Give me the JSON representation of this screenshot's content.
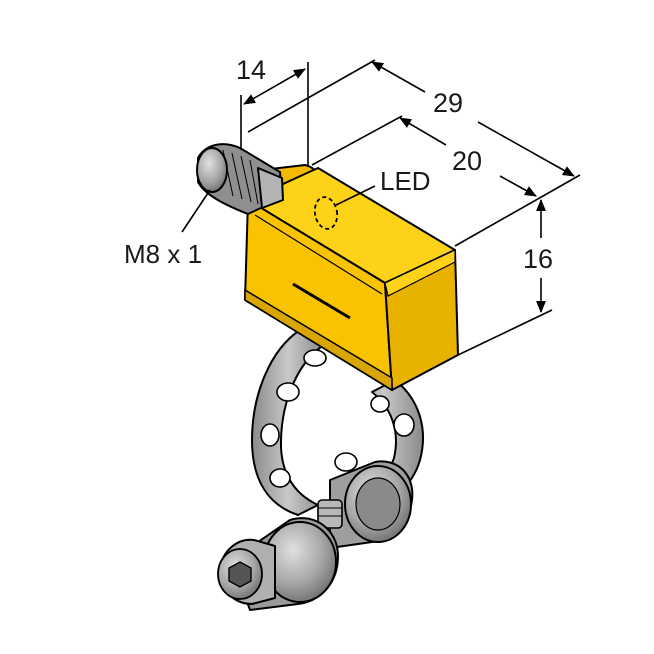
{
  "dimensions": {
    "width_14": "14",
    "length_29": "29",
    "length_20": "20",
    "height_16": "16"
  },
  "labels": {
    "led": "LED",
    "thread": "M8 x 1"
  },
  "colors": {
    "housing": "#f9c300",
    "housing_shadow": "#d9a600",
    "housing_top": "#ffd21a",
    "bracket": "#a8a8a8",
    "bracket_dark": "#7a7a7a",
    "connector": "#8f8f8f"
  }
}
